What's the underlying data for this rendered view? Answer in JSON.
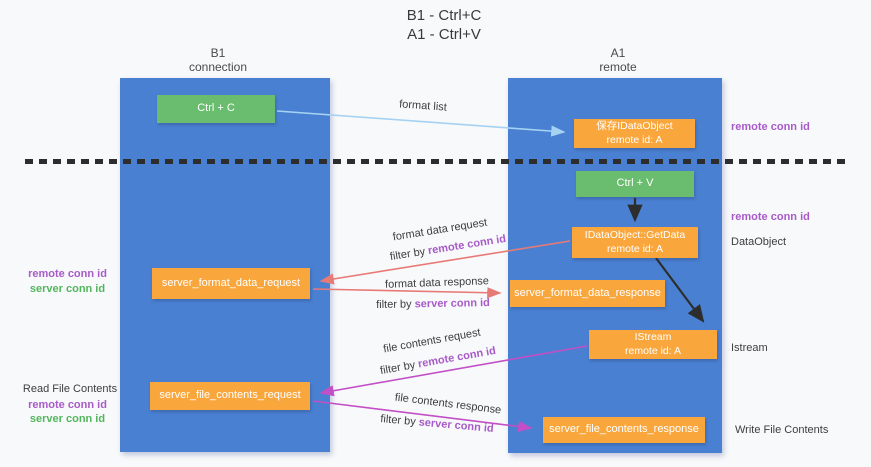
{
  "title": {
    "line1": "B1 - Ctrl+C",
    "line2": "A1 - Ctrl+V"
  },
  "columns": {
    "left": {
      "name": "B1",
      "role": "connection"
    },
    "right": {
      "name": "A1",
      "role": "remote"
    }
  },
  "nodes": {
    "ctrl_c": "Ctrl + C",
    "save_dataobject": {
      "line1": "保存IDataObject",
      "line2": "remote id: A"
    },
    "ctrl_v": "Ctrl + V",
    "getdata": {
      "line1": "IDataObject::GetData",
      "line2": "remote id: A"
    },
    "format_request": "server_format_data_request",
    "format_response": "server_format_data_response",
    "istream": {
      "line1": "IStream",
      "line2": "remote id: A"
    },
    "file_request": "server_file_contents_request",
    "file_response": "server_file_contents_response"
  },
  "side_labels": {
    "remote_conn_id": "remote conn id",
    "server_conn_id": "server conn id",
    "data_object": "DataObject",
    "istream": "Istream",
    "read_file_contents": "Read File Contents",
    "write_file_contents": "Write File Contents"
  },
  "arrow_labels": {
    "format_list": "format list",
    "format_data_request": "format data request",
    "format_data_response": "format data response",
    "file_contents_request": "file contents request",
    "file_contents_response": "file contents response",
    "filter_by": "filter by",
    "remote_conn_id": "remote conn id",
    "server_conn_id": "server conn id"
  },
  "colors": {
    "column_blue": "#4a80d2",
    "box_green": "#6abd6e",
    "box_orange": "#f9a63d",
    "arrow_lightblue": "#a6d2f2",
    "arrow_salmon": "#e87a76",
    "arrow_magenta": "#c24fc6",
    "arrow_black": "#2d2d2d",
    "text_purple": "#a85bc8",
    "text_green": "#52b65c"
  }
}
